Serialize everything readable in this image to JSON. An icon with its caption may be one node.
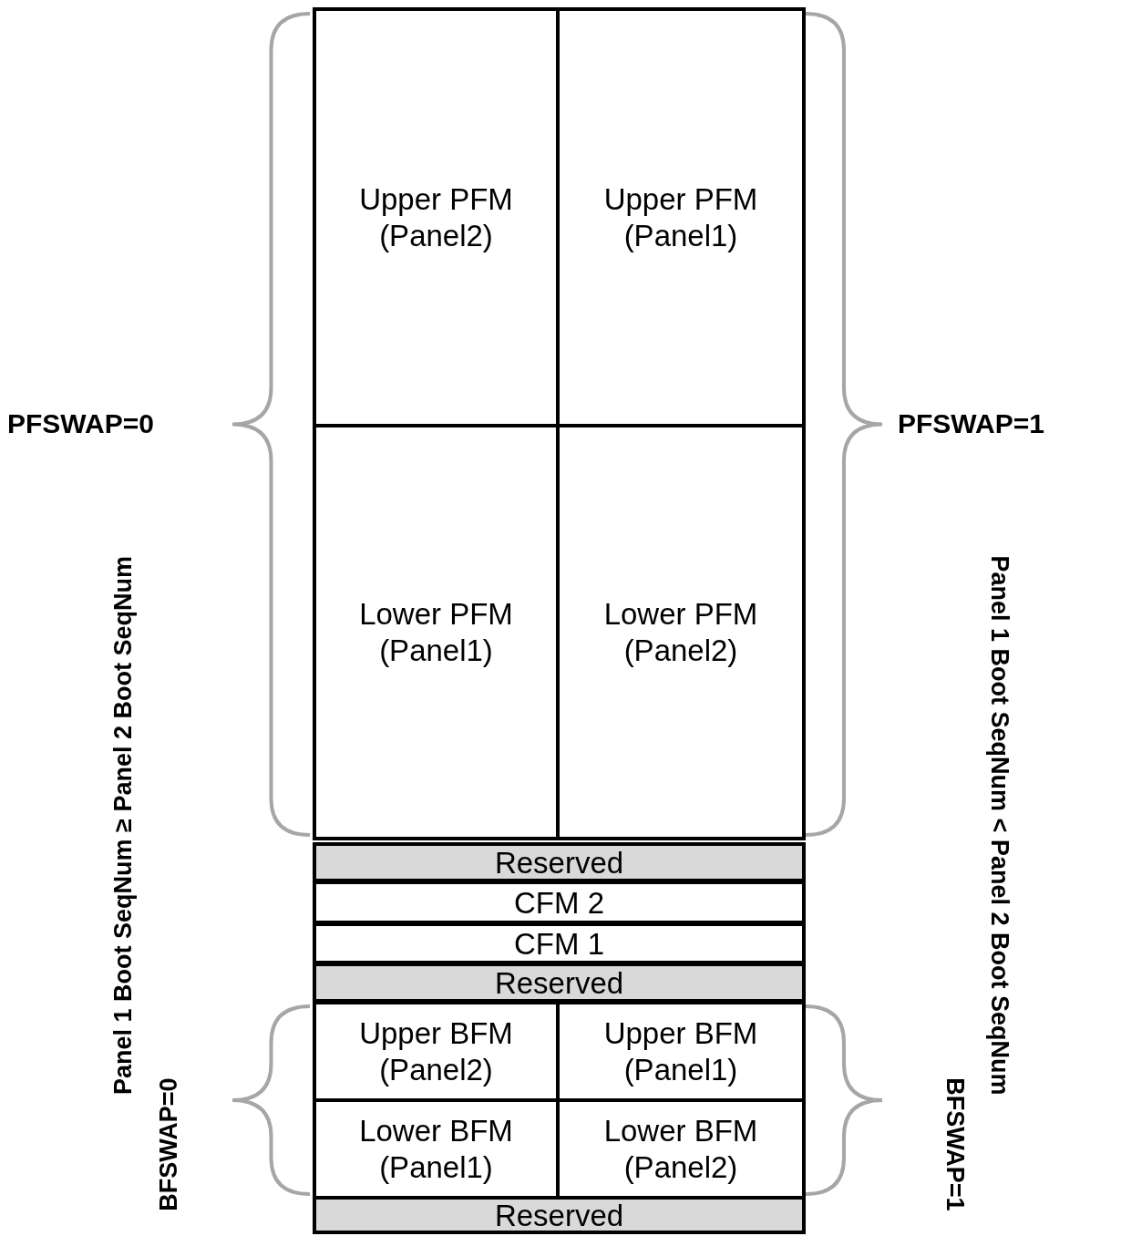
{
  "diagram": {
    "nodes": [
      {
        "text": [
          "Upper PFM (Panel2)"
        ]
      },
      {
        "text": [
          "Upper PFM (Panel1)"
        ]
      },
      {
        "text": [
          "Lower PFM (Panel1)"
        ]
      },
      {
        "text": [
          "Lower PFM (Panel2)"
        ]
      },
      {
        "text": [
          "Reserved"
        ]
      },
      {
        "text": [
          "CFM 2"
        ]
      },
      {
        "text": [
          "CFM 1"
        ]
      },
      {
        "text": [
          "Reserved"
        ]
      },
      {
        "text": [
          "Upper BFM (Panel2)"
        ]
      },
      {
        "text": [
          "Upper BFM (Panel1)"
        ]
      },
      {
        "text": [
          "Lower BFM (Panel1)"
        ]
      },
      {
        "text": [
          "Lower BFM (Panel2)"
        ]
      },
      {
        "text": [
          "Reserved"
        ]
      }
    ],
    "edges": [],
    "labels": [
      "PFSWAP=0",
      "PFSWAP=1",
      "Panel 1 Boot SeqNum ≥ Panel 2 Boot SeqNum",
      "BFSWAP=0",
      "Panel 1 Boot SeqNum < Panel 2 Boot SeqNum",
      "BFSWAP=1"
    ]
  }
}
